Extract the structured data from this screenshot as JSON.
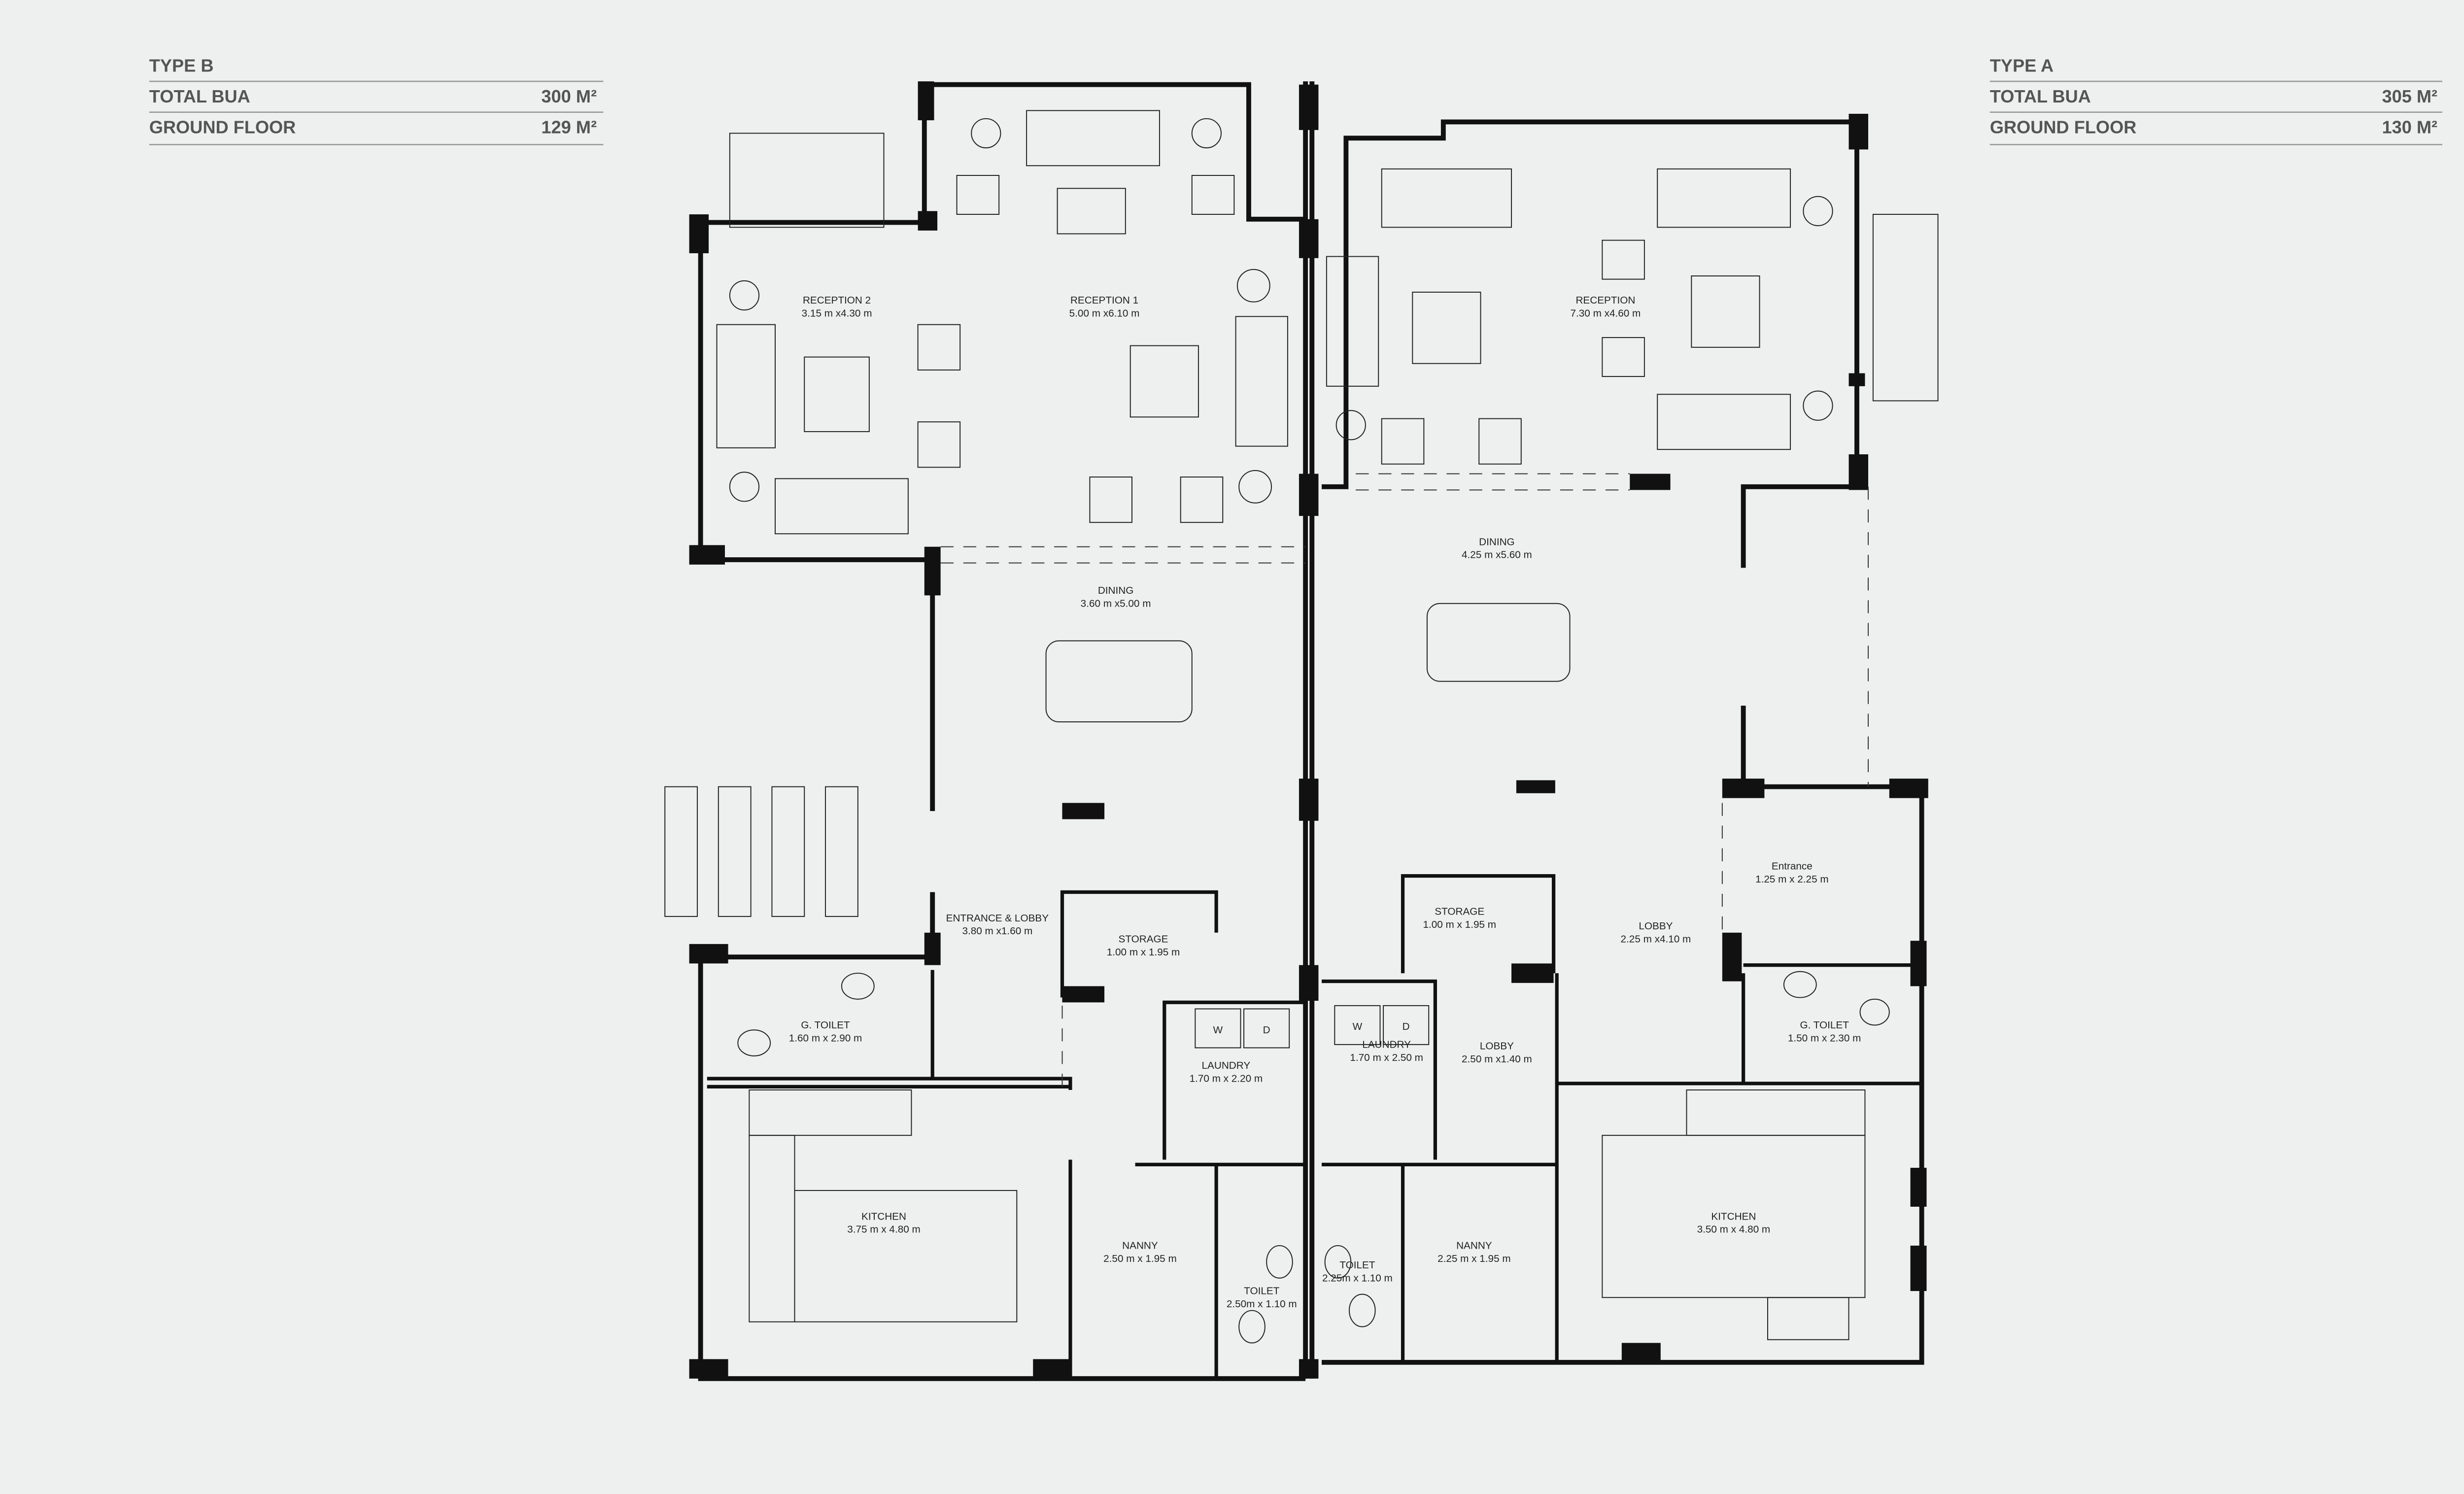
{
  "type_b": {
    "title": "TYPE B",
    "rows": [
      {
        "label": "TOTAL BUA",
        "value": "300 M²"
      },
      {
        "label": "GROUND FLOOR",
        "value": "129 M²"
      }
    ]
  },
  "type_a": {
    "title": "TYPE A",
    "rows": [
      {
        "label": "TOTAL BUA",
        "value": "305 M²"
      },
      {
        "label": "GROUND FLOOR",
        "value": "130 M²"
      }
    ]
  },
  "rooms_b": [
    {
      "name": "RECEPTION 2",
      "size": "3.15 m x4.30 m"
    },
    {
      "name": "RECEPTION 1",
      "size": "5.00 m x6.10 m"
    },
    {
      "name": "DINING",
      "size": "3.60 m x5.00 m"
    },
    {
      "name": "ENTRANCE & LOBBY",
      "size": "3.80 m x1.60 m"
    },
    {
      "name": "STORAGE",
      "size": "1.00 m x 1.95 m"
    },
    {
      "name": "G. TOILET",
      "size": "1.60 m x 2.90 m"
    },
    {
      "name": "LAUNDRY",
      "size": "1.70 m x 2.20 m"
    },
    {
      "name": "KITCHEN",
      "size": "3.75 m x 4.80 m"
    },
    {
      "name": "NANNY",
      "size": "2.50 m x 1.95 m"
    },
    {
      "name": "TOILET",
      "size": "2.50m x 1.10 m"
    }
  ],
  "rooms_a": [
    {
      "name": "RECEPTION",
      "size": "7.30 m x4.60 m"
    },
    {
      "name": "DINING",
      "size": "4.25 m x5.60 m"
    },
    {
      "name": "Entrance",
      "size": "1.25 m x 2.25 m"
    },
    {
      "name": "STORAGE",
      "size": "1.00 m x 1.95 m"
    },
    {
      "name": "LOBBY",
      "size": "2.25 m x4.10 m"
    },
    {
      "name": "LAUNDRY",
      "size": "1.70 m x 2.50 m"
    },
    {
      "name": "LOBBY",
      "size": "2.50 m x1.40 m"
    },
    {
      "name": "G. TOILET",
      "size": "1.50 m x 2.30 m"
    },
    {
      "name": "KITCHEN",
      "size": "3.50 m x 4.80 m"
    },
    {
      "name": "NANNY",
      "size": "2.25 m x 1.95 m"
    },
    {
      "name": "TOILET",
      "size": "2.25m x 1.10 m"
    }
  ],
  "appliances": {
    "washer": "W",
    "dryer": "D"
  }
}
